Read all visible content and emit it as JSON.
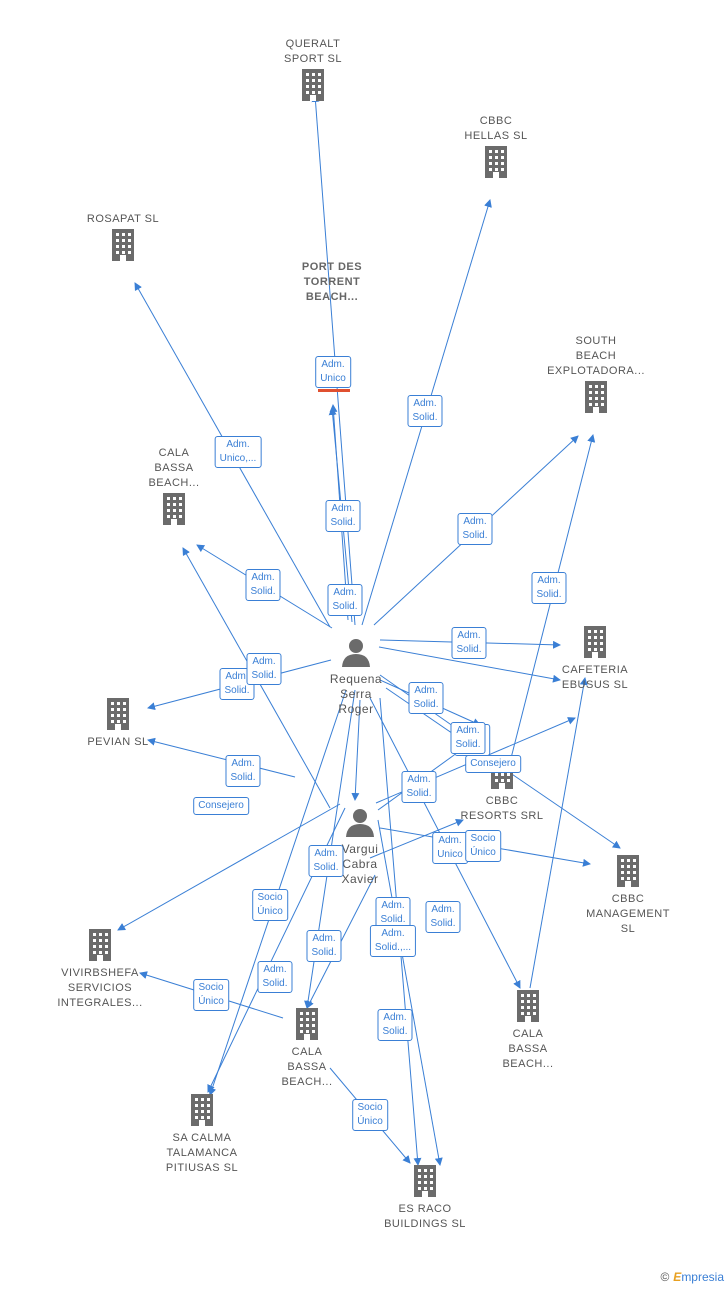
{
  "companies": [
    {
      "id": "queralt",
      "label": "QUERALT\nSPORT  SL"
    },
    {
      "id": "cbbc_hellas",
      "label": "CBBC\nHELLAS  SL"
    },
    {
      "id": "rosapat",
      "label": "ROSAPAT  SL"
    },
    {
      "id": "port_des_torrent",
      "label": "PORT DES\nTORRENT\nBEACH..."
    },
    {
      "id": "south_beach",
      "label": "SOUTH\nBEACH\nEXPLOTADORA..."
    },
    {
      "id": "cala_bassa_1",
      "label": "CALA\nBASSA\nBEACH..."
    },
    {
      "id": "cafeteria_ebusus",
      "label": "CAFETERIA\nEBUSUS  SL"
    },
    {
      "id": "pevian",
      "label": "PEVIAN SL"
    },
    {
      "id": "cbbc_resorts",
      "label": "CBBC\nRESORTS SRL"
    },
    {
      "id": "cbbc_management",
      "label": "CBBC\nMANAGEMENT\nSL"
    },
    {
      "id": "vivirbshefa",
      "label": "VIVIRBSHEFA\nSERVICIOS\nINTEGRALES..."
    },
    {
      "id": "cala_bassa_2",
      "label": "CALA\nBASSA\nBEACH..."
    },
    {
      "id": "cala_bassa_3",
      "label": "CALA\nBASSA\nBEACH..."
    },
    {
      "id": "sa_calma",
      "label": "SA CALMA\nTALAMANCA\nPITIUSAS  SL"
    },
    {
      "id": "es_raco",
      "label": "ES RACO\nBUILDINGS  SL"
    }
  ],
  "people": [
    {
      "id": "requena",
      "label": "Requena\nSerra\nRoger"
    },
    {
      "id": "vargui",
      "label": "Vargui\nCabra\nXavier"
    }
  ],
  "edge_labels": [
    "Adm.\nUnico",
    "Adm.\nSolid.",
    "Adm.\nUnico,...",
    "Adm.\nSolid.",
    "Adm.\nSolid.",
    "Adm.\nSolid.",
    "Adm.\nSolid.",
    "Socio\nÚnico",
    "Adm.\nSolid.",
    "Adm.\nSolid.",
    "Adm.\nSolid.",
    "Consejero",
    "Adm.\nSolid.",
    "Adm.\nSolid.",
    "Adm.\nSolid.",
    "Adm.\nUnico",
    "Consejero",
    "Adm.\nSolid.",
    "Adm.\nSolid.",
    "Socio\nÚnico",
    "Adm.\nSolid.",
    "Adm.\nSolid.",
    "Socio\nÚnico",
    "Adm.\nSolid.",
    "Adm.\nSolid.,...",
    "Adm.\nSolid.",
    "Adm.\nSolid.",
    "Socio\nÚnico",
    "Adm.\nSolid.",
    "Socio\nÚnico"
  ],
  "brand": {
    "copyright": "©",
    "name_first": "E",
    "name_rest": "mpresia"
  },
  "colors": {
    "edge": "#3a7fd5",
    "node": "#6b6b6b",
    "highlight": "#e05030"
  }
}
